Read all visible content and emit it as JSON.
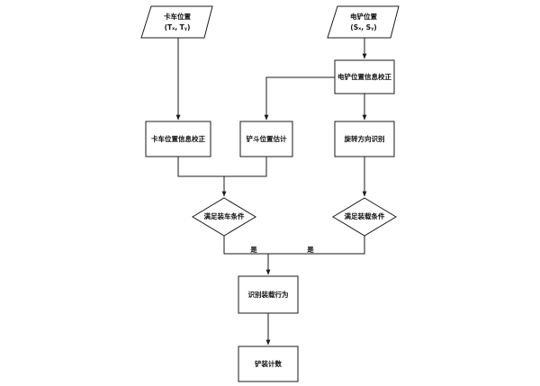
{
  "diagram": {
    "nodes": {
      "truck_position": {
        "line1": "卡车位置",
        "line2": "(Tₓ, Tᵧ)"
      },
      "shovel_position": {
        "line1": "电铲位置",
        "line2": "(Sₓ, Sᵧ)"
      },
      "shovel_correction": {
        "label": "电铲位置信息校正"
      },
      "truck_correction": {
        "label": "卡车位置信息校正"
      },
      "bucket_estimate": {
        "label": "铲斗位置估计"
      },
      "swing_direction": {
        "label": "旋转方向识别"
      },
      "load_condition": {
        "label": "满足装车条件"
      },
      "unload_condition": {
        "label": "满足装载条件"
      },
      "identify_loading": {
        "label": "识别装载行为"
      },
      "load_count": {
        "label": "铲装计数"
      }
    },
    "edge_labels": {
      "yes_left": "是",
      "yes_right": "是"
    }
  }
}
